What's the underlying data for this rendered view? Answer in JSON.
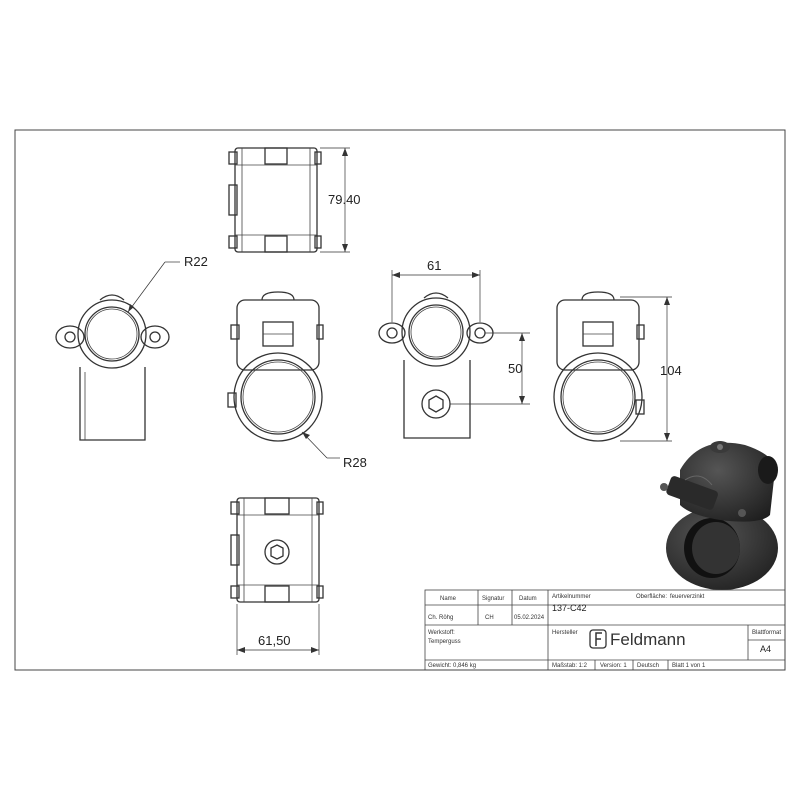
{
  "dimensions": {
    "height_top": "79.40",
    "r_small": "R22",
    "r_large": "R28",
    "width_top": "61",
    "offset": "50",
    "height_total": "104",
    "width_bottom": "61,50"
  },
  "title_block": {
    "name_header": "Name",
    "signature_header": "Signatur",
    "date_header": "Datum",
    "drawn_by": "Ch. Röhg",
    "signature": "CH",
    "date": "05.02.2024",
    "article_label": "Artikelnummer",
    "article_number": "137-C42",
    "surface_label": "Oberfläche:",
    "surface_value": "feuerverzinkt",
    "material_label": "Werkstoff:",
    "material_value": "Temperguss",
    "manufacturer_label": "Hersteller",
    "company": "Feldmann",
    "sheet_format_label": "Blattformat",
    "sheet_format": "A4",
    "weight": "Gewicht: 0,846 kg",
    "scale": "Maßstab: 1:2",
    "version": "Version: 1",
    "language": "Deutsch",
    "sheet": "Blatt 1 von 1"
  },
  "colors": {
    "line": "#333333",
    "render_dark": "#2b2b2b"
  }
}
